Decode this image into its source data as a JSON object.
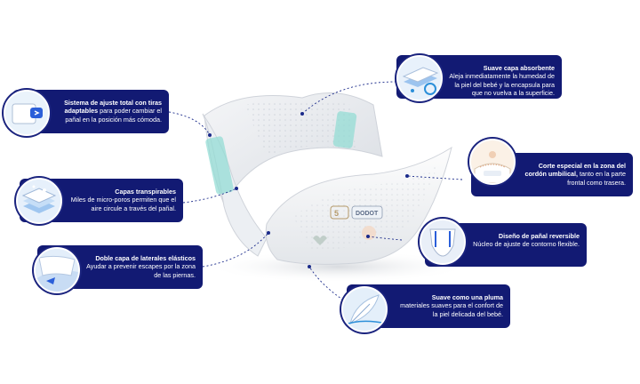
{
  "colors": {
    "callout_bg": "#121a73",
    "connector": "#1a2a8a",
    "accent_teal": "#7fd6cf"
  },
  "product": {
    "brand": "DODOT",
    "size_mark": "5"
  },
  "callouts": [
    {
      "id": "ajuste",
      "side": "left",
      "title": "Sistema de ajuste total con tiras adaptables",
      "body": "para poder cambiar el pañal en la posición más cómoda.",
      "icon": "adjustable-tab-icon"
    },
    {
      "id": "capas",
      "side": "left",
      "title": "Capas transpirables",
      "body": "Miles de micro-poros permiten que el aire circule a través del pañal.",
      "icon": "breathable-layers-icon"
    },
    {
      "id": "laterales",
      "side": "left",
      "title": "Doble capa de laterales elásticos",
      "body": "Ayudar a prevenir escapes por la zona de las piernas.",
      "icon": "elastic-sides-icon"
    },
    {
      "id": "absorbente",
      "side": "right",
      "title": "Suave capa absorbente",
      "body": "Aleja inmediatamente la humedad de la piel del bebé y la encapsula para que no vuelva a la superficie.",
      "icon": "absorbent-layer-icon"
    },
    {
      "id": "corte",
      "side": "right",
      "title": "Corte especial en la zona del cordón umbilical,",
      "body": "tanto en la parte frontal como trasera.",
      "icon": "umbilical-cut-icon"
    },
    {
      "id": "reversible",
      "side": "right",
      "title": "Diseño de pañal reversible",
      "body": "Núcleo de ajuste de contorno flexible.",
      "icon": "reversible-diaper-icon"
    },
    {
      "id": "pluma",
      "side": "right",
      "title": "Suave como una pluma",
      "body": "materiales suaves para el confort de la piel delicada del bebé.",
      "icon": "feather-icon"
    }
  ]
}
